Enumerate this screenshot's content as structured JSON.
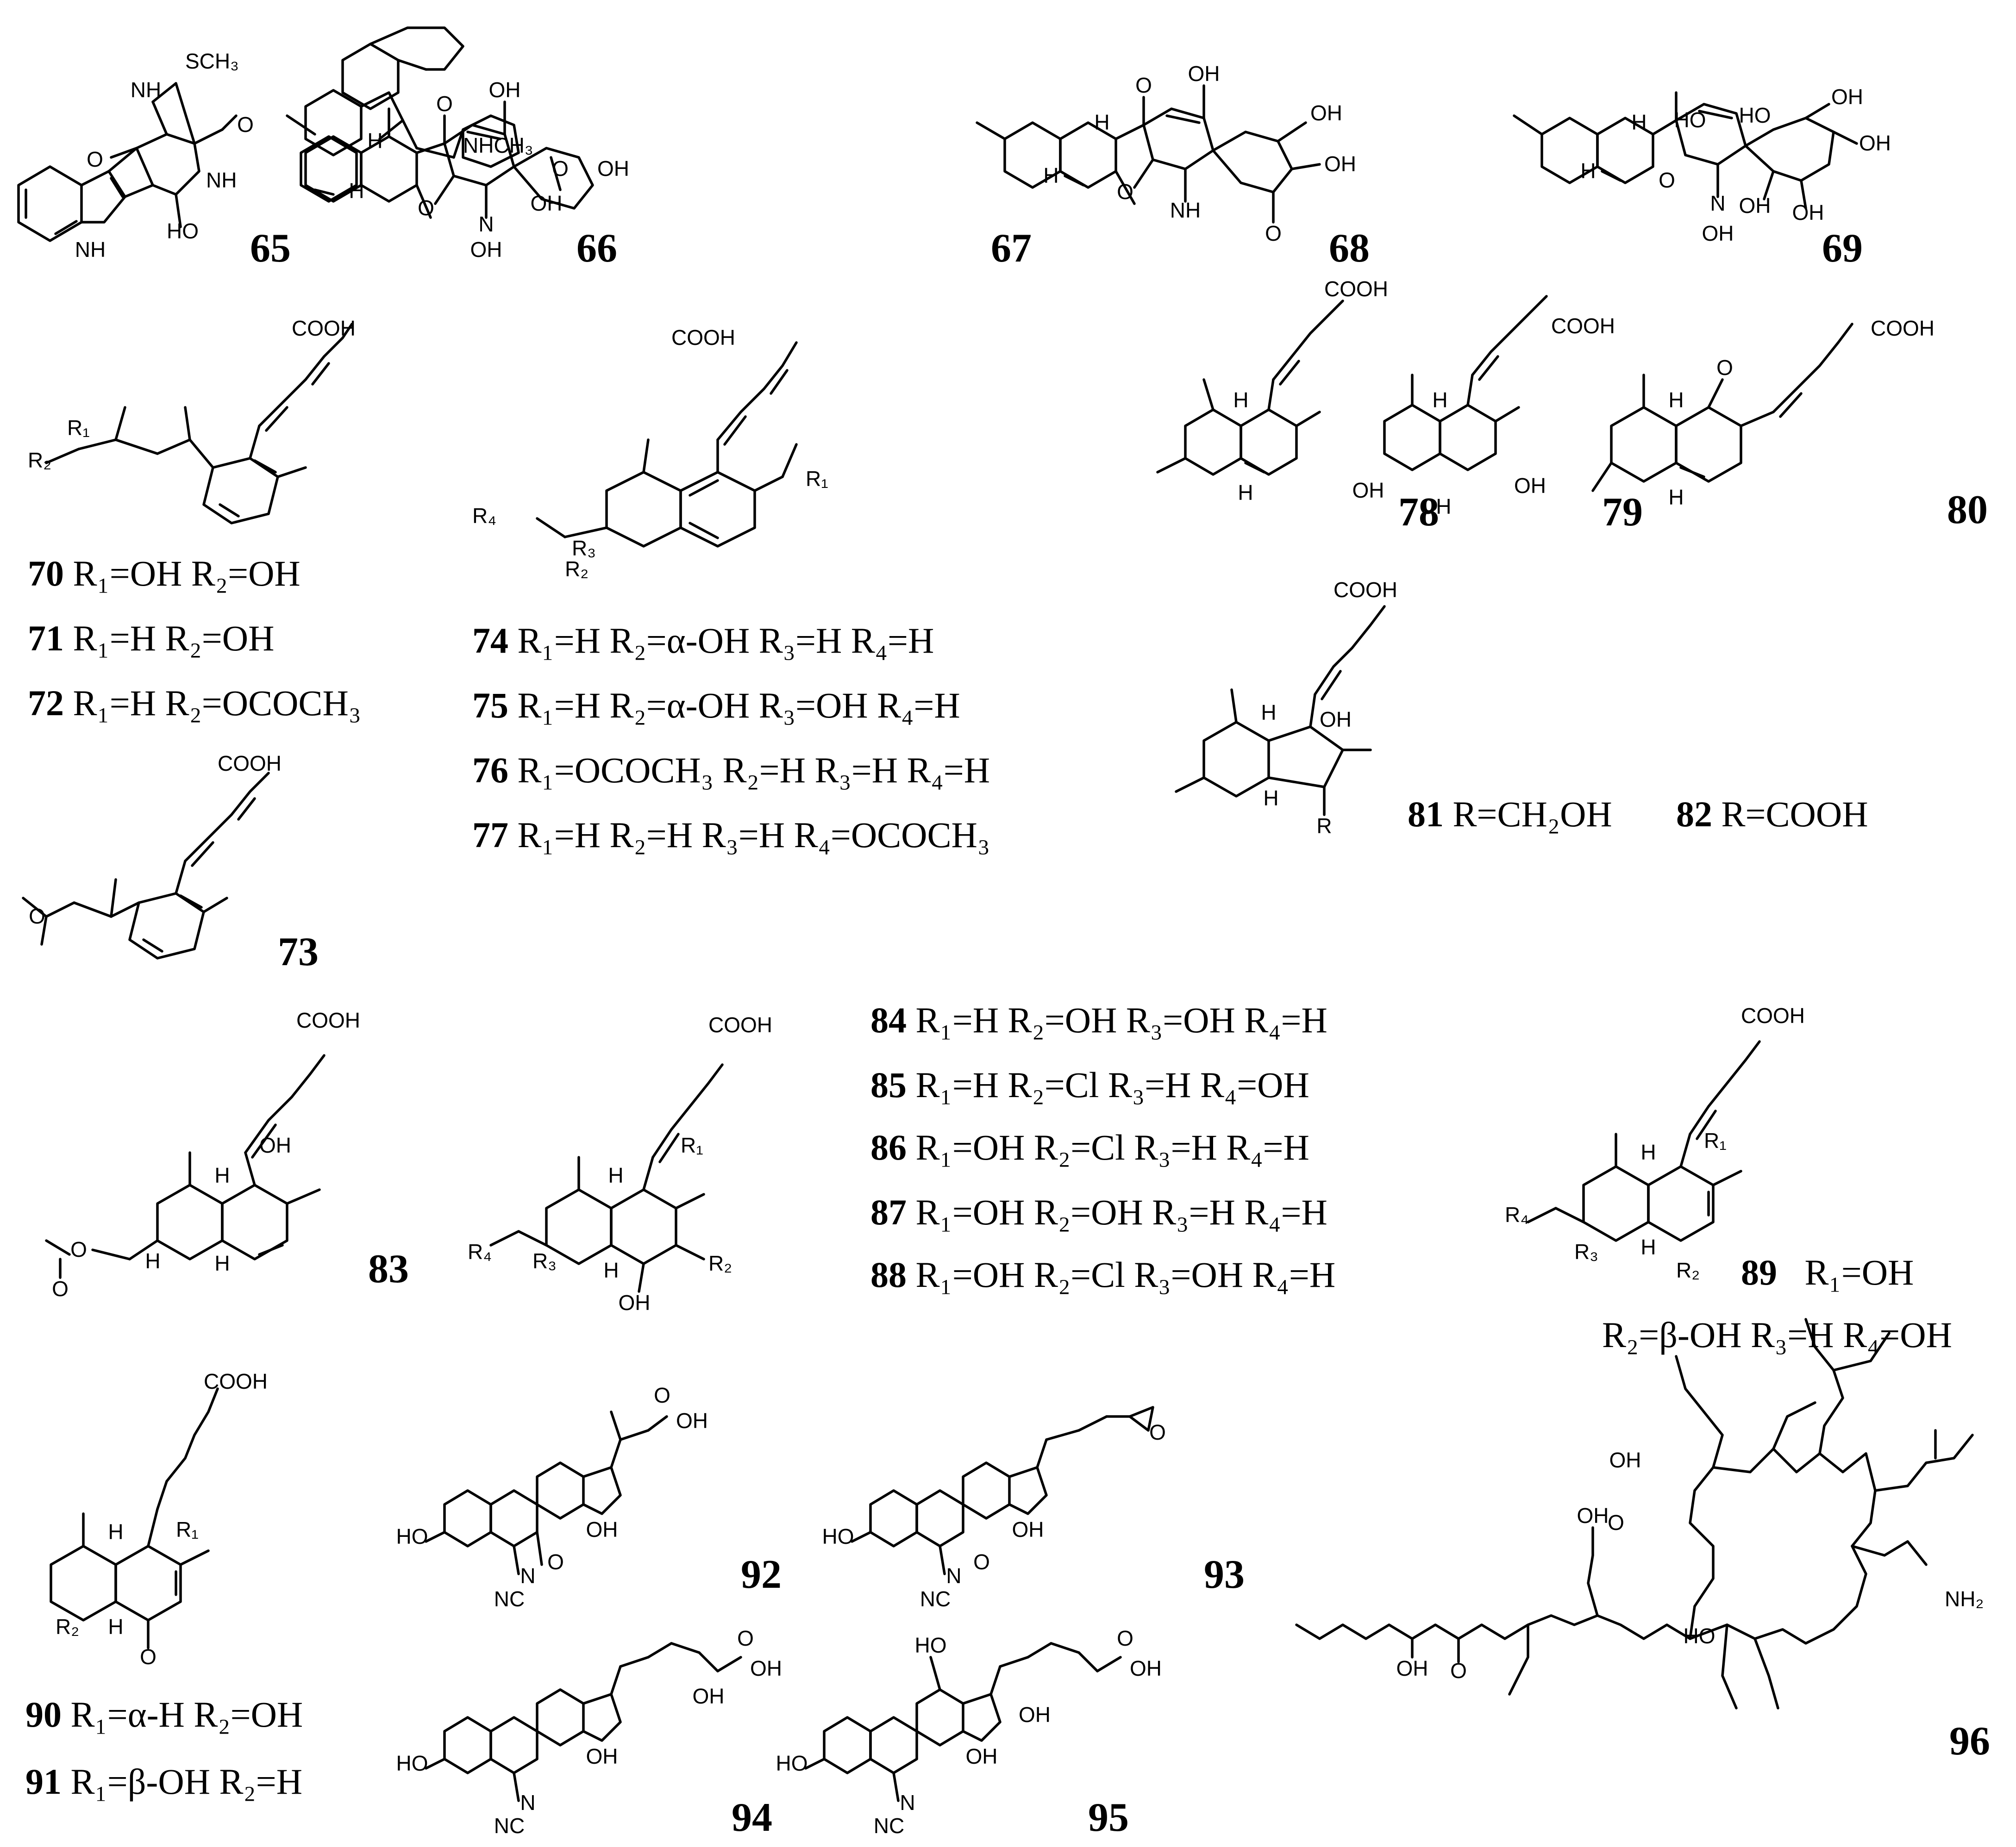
{
  "compounds": [
    {
      "id": "65",
      "label": "65"
    },
    {
      "id": "66",
      "label": "66"
    },
    {
      "id": "67",
      "label": "67"
    },
    {
      "id": "68",
      "label": "68"
    },
    {
      "id": "69",
      "label": "69"
    },
    {
      "id": "70",
      "label": "70"
    },
    {
      "id": "71",
      "label": "71"
    },
    {
      "id": "72",
      "label": "72"
    },
    {
      "id": "73",
      "label": "73"
    },
    {
      "id": "74",
      "label": "74"
    },
    {
      "id": "75",
      "label": "75"
    },
    {
      "id": "76",
      "label": "76"
    },
    {
      "id": "77",
      "label": "77"
    },
    {
      "id": "78",
      "label": "78"
    },
    {
      "id": "79",
      "label": "79"
    },
    {
      "id": "80",
      "label": "80"
    },
    {
      "id": "81",
      "label": "81"
    },
    {
      "id": "82",
      "label": "82"
    },
    {
      "id": "83",
      "label": "83"
    },
    {
      "id": "84",
      "label": "84"
    },
    {
      "id": "85",
      "label": "85"
    },
    {
      "id": "86",
      "label": "86"
    },
    {
      "id": "87",
      "label": "87"
    },
    {
      "id": "88",
      "label": "88"
    },
    {
      "id": "89",
      "label": "89"
    },
    {
      "id": "90",
      "label": "90"
    },
    {
      "id": "91",
      "label": "91"
    },
    {
      "id": "92",
      "label": "92"
    },
    {
      "id": "93",
      "label": "93"
    },
    {
      "id": "94",
      "label": "94"
    },
    {
      "id": "95",
      "label": "95"
    },
    {
      "id": "96",
      "label": "96"
    }
  ],
  "legends": {
    "l70": {
      "num": "70",
      "text": "R₁=OH R₂=OH"
    },
    "l71": {
      "num": "71",
      "text": "R₁=H R₂=OH"
    },
    "l72": {
      "num": "72",
      "text": "R₁=H R₂=OCOCH₃"
    },
    "l74": {
      "num": "74",
      "text": "R₁=H R₂=α-OH R₃=H R₄=H"
    },
    "l75": {
      "num": "75",
      "text": "R₁=H R₂=α-OH R₃=OH R₄=H"
    },
    "l76": {
      "num": "76",
      "text": "R₁=OCOCH₃ R₂=H R₃=H R₄=H"
    },
    "l77": {
      "num": "77",
      "text": "R₁=H R₂=H R₃=H R₄=OCOCH₃"
    },
    "l81": {
      "num": "81",
      "text": "R=CH₂OH"
    },
    "l82": {
      "num": "82",
      "text": "R=COOH"
    },
    "l84": {
      "num": "84",
      "text": "R₁=H R₂=OH R₃=OH R₄=H"
    },
    "l85": {
      "num": "85",
      "text": "R₁=H R₂=Cl R₃=H R₄=OH"
    },
    "l86": {
      "num": "86",
      "text": "R₁=OH R₂=Cl R₃=H R₄=H"
    },
    "l87": {
      "num": "87",
      "text": "R₁=OH R₂=OH R₃=H R₄=H"
    },
    "l88": {
      "num": "88",
      "text": "R₁=OH R₂=Cl R₃=OH R₄=H"
    },
    "l89a": {
      "num": "89",
      "text": "R₁=OH"
    },
    "l89b": {
      "num": "",
      "text": "R₂=β-OH R₃=H R₄=OH"
    },
    "l90": {
      "num": "90",
      "text": "R₁=α-H R₂=OH"
    },
    "l91": {
      "num": "91",
      "text": "R₁=β-OH R₂=H"
    }
  },
  "atom_labels": {
    "cooh": "COOH",
    "oh": "OH",
    "ho": "HO",
    "o": "O",
    "n": "N",
    "nh": "NH",
    "h": "H",
    "s": "S",
    "sch3": "SCH₃",
    "nhch3": "NHCH₃",
    "nc": "NC",
    "nh2": "NH₂",
    "r": "R",
    "r1": "R₁",
    "r2": "R₂",
    "r3": "R₃",
    "r4": "R₄"
  }
}
